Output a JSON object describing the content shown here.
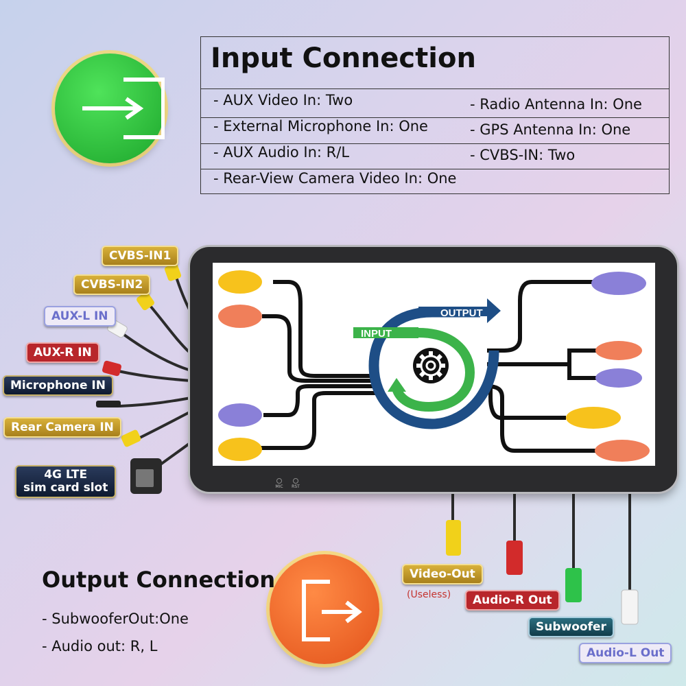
{
  "input_section": {
    "title": "Input Connection",
    "left_items": [
      "- AUX Video In: Two",
      "- External Microphone In: One",
      "- AUX Audio In: R/L",
      "- Rear-View Camera Video In: One"
    ],
    "right_items": [
      "- Radio Antenna In: One",
      "- GPS Antenna In: One",
      "- CVBS-IN: Two"
    ]
  },
  "input_icon": "sign-in-icon",
  "output_icon": "sign-out-icon",
  "left_ports": {
    "cvbs_in1": "CVBS-IN1",
    "cvbs_in2": "CVBS-IN2",
    "aux_l": "AUX-L IN",
    "aux_r": "AUX-R IN",
    "mic": "Microphone IN",
    "rear_cam": "Rear Camera IN",
    "sim_line1": "4G LTE",
    "sim_line2": "sim card slot"
  },
  "device": {
    "mic_label": "MIC",
    "rst_label": "RST",
    "diagram_input": "INPUT",
    "diagram_output": "OUTPUT"
  },
  "bottom_ports": {
    "video_out": "Video-Out",
    "useless": "(Useless)",
    "audio_r": "Audio-R Out",
    "subwoofer": "Subwoofer",
    "audio_l": "Audio-L Out"
  },
  "output_section": {
    "title": "Output Connection",
    "items": [
      "- SubwooferOut:One",
      "- Audio out: R, L"
    ]
  },
  "colors": {
    "input_green": "#27c23a",
    "output_orange": "#f06a25",
    "diagram_navy": "#1e4e86",
    "diagram_green": "#3cb34a",
    "port_yellow": "#f7c21c",
    "port_salmon": "#f07f5a",
    "port_purple": "#8a80d8"
  }
}
